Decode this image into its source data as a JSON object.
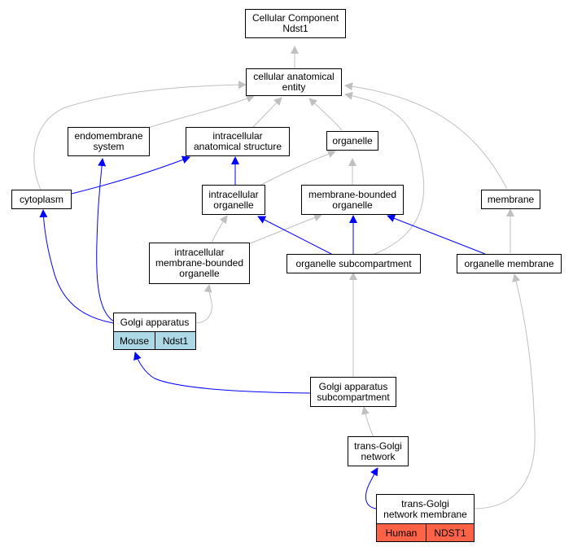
{
  "graph": {
    "colors": {
      "gray_edge": "#c0c0c0",
      "blue_edge": "#0000ff",
      "mouse": "#add8e6",
      "human": "#ff6347"
    },
    "nodes": {
      "root": [
        "Cellular Component",
        "Ndst1"
      ],
      "cae": [
        "cellular anatomical",
        "entity"
      ],
      "endomembrane": [
        "endomembrane",
        "system"
      ],
      "ias": [
        "intracellular",
        "anatomical structure"
      ],
      "organelle": [
        "organelle"
      ],
      "cytoplasm": [
        "cytoplasm"
      ],
      "intra_org": [
        "intracellular",
        "organelle"
      ],
      "mbo": [
        "membrane-bounded",
        "organelle"
      ],
      "membrane": [
        "membrane"
      ],
      "imbo": [
        "intracellular",
        "membrane-bounded",
        "organelle"
      ],
      "org_sub": [
        "organelle subcompartment"
      ],
      "org_mem": [
        "organelle membrane"
      ],
      "golgi": [
        "Golgi apparatus"
      ],
      "golgi_sub": [
        "Golgi apparatus",
        "subcompartment"
      ],
      "tgn": [
        "trans-Golgi",
        "network"
      ],
      "tgn_mem": [
        "trans-Golgi",
        "network membrane"
      ]
    },
    "annotations": {
      "golgi": [
        "Mouse",
        "Ndst1"
      ],
      "tgn_mem": [
        "Human",
        "NDST1"
      ]
    }
  }
}
